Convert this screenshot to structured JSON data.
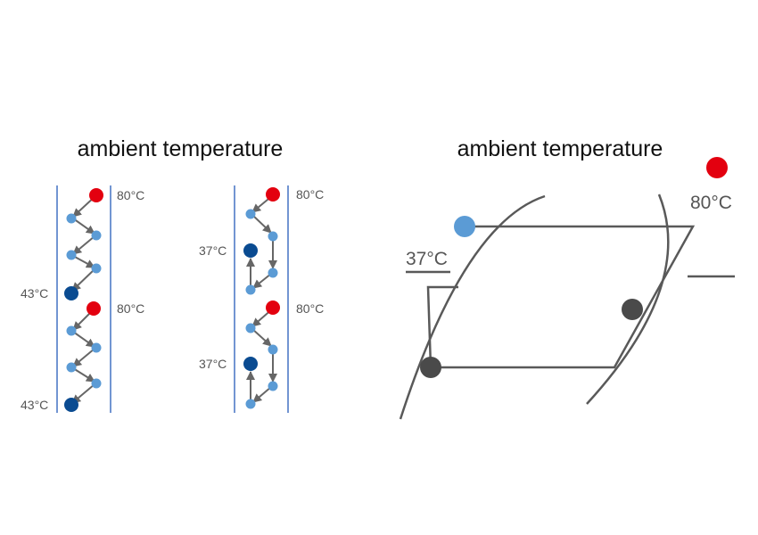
{
  "left_panel": {
    "title": "ambient temperature",
    "hot_label_1": "80°C",
    "hot_label_2": "80°C",
    "cold_label_1": "43°C",
    "cold_label_2": "43°C"
  },
  "middle_panel": {
    "hot_label_1": "80°C",
    "hot_label_2": "80°C",
    "cold_label_1": "37°C",
    "cold_label_2": "37°C"
  },
  "right_panel": {
    "title": "ambient temperature",
    "hot_label": "80°C",
    "cold_label": "37°C"
  },
  "colors": {
    "hot": "#e3000f",
    "light_blue": "#5b9bd5",
    "dark_blue": "#0a4b91",
    "wall": "#4472c4",
    "arrow": "#666666",
    "line": "#595959",
    "dark_point": "#4a4a4a"
  }
}
